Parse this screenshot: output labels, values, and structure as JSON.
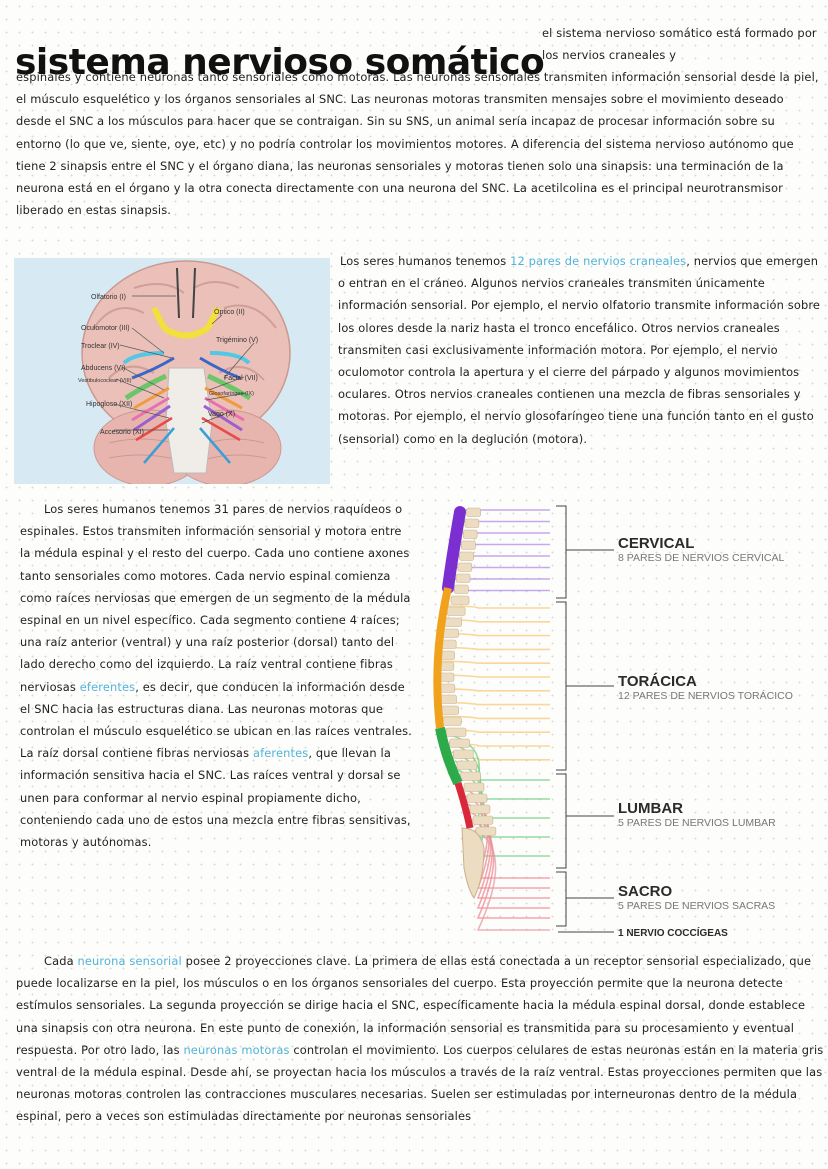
{
  "title": "sistema nervioso somático",
  "intro": {
    "right": "el sistema nervioso somático está formado por los nervios craneales y",
    "rest_before": "espinales y contiene neuronas tanto sensoriales como motoras. Las neuronas sensoriales transmiten información sensorial desde la piel, el músculo esquelético y los órganos sensoriales al SNC. Las neuronas motoras transmiten mensajes sobre el movimiento deseado desde el SNC a los músculos para hacer que se contraigan. Sin su SNS, un animal sería incapaz de procesar información sobre su entorno (lo que ve, siente, oye, etc) y no podría controlar los movimientos motores. A diferencia del sistema nervioso autónomo que tiene 2 sinapsis entre el SNC y el órgano diana, las neuronas sensoriales y motoras tienen solo una sinapsis: una terminación de la neurona está en el órgano y la otra conecta directamente con una neurona del SNC. La acetilcolina es el principal neurotransmisor liberado en estas sinapsis."
  },
  "cranial": {
    "before": "Los seres humanos tenemos ",
    "highlight": "12 pares de nervios craneales",
    "after": ", nervios que emergen o entran en el cráneo. Algunos nervios craneales transmiten únicamente información sensorial. Por ejemplo, el nervio olfatorio transmite información sobre los olores desde la nariz hasta el tronco encefálico. Otros nervios craneales transmiten casi exclusivamente información motora. Por ejemplo, el nervio oculomotor controla la apertura y el cierre del párpado y algunos movimientos oculares. Otros nervios craneales contienen una mezcla de fibras sensoriales y motoras. Por ejemplo, el nervio glosofaríngeo tiene una función tanto en el gusto (sensorial) como en la deglución (motora)."
  },
  "brain_labels": {
    "olfatorio": "Olfatorio (I)",
    "optico": "Óptico (II)",
    "oculomotor": "Oculomotor (III)",
    "troclear": "Troclear (IV)",
    "trigemino": "Trigémino (V)",
    "abducens": "Abducens (VI)",
    "facial": "Facial (VII)",
    "vestibulococlear": "Vestibulococlear (VIII)",
    "glosofaringeo": "Glosofaríngeo (IX)",
    "vago": "Vago (X)",
    "accesorio": "Accesorio (XI)",
    "hipogloso": "Hipogloso (XII)"
  },
  "spinal": {
    "p1": "Los seres humanos tenemos 31 pares de nervios raquídeos o espinales. Estos transmiten información sensorial y motora entre la médula espinal y el resto del cuerpo. Cada uno contiene axones tanto sensoriales como motores. Cada nervio espinal comienza como raíces nerviosas que emergen de un segmento de la médula espinal en un nivel específico. Cada segmento contiene 4 raíces; una raíz anterior (ventral) y una raíz posterior (dorsal) tanto del lado derecho como del izquierdo. La raíz ventral contiene fibras nerviosas ",
    "efferent": "eferentes",
    "p2": ", es decir, que conducen la información desde el SNC hacia las estructuras diana. Las neuronas motoras que controlan el músculo esquelético se ubican en las raíces ventrales. La raíz dorsal contiene fibras nerviosas ",
    "afferent": "aferentes",
    "p3": ", que llevan la información sensitiva hacia el SNC. Las raíces ventral y dorsal se unen para conformar al nervio espinal propiamente dicho, conteniendo cada uno de estos una mezcla entre fibras sensitivas, motoras y autónomas."
  },
  "spine_labels": {
    "cervical_title": "CERVICAL",
    "cervical_sub": "8 PARES DE NERVIOS CERVICAL",
    "toracica_title": "TORÁCICA",
    "toracica_sub": "12 PARES DE NERVIOS TORÁCICO",
    "lumbar_title": "LUMBAR",
    "lumbar_sub": "5 PARES DE NERVIOS LUMBAR",
    "sacro_title": "SACRO",
    "sacro_sub": "5 PARES DE NERVIOS SACRAS",
    "coccigeo": "1 NERVIO COCCÍGEAS"
  },
  "colors": {
    "highlight": "#4fb3d9",
    "cervical": "#7b2fd0",
    "toracica": "#f0a21c",
    "lumbar": "#2daa4a",
    "sacro": "#d9283a"
  },
  "sensory": {
    "lead": "Cada ",
    "hl1": "neurona sensorial",
    "mid": " posee 2 proyecciones clave. La primera de ellas está conectada a un receptor sensorial especializado, que puede localizarse en la piel, los músculos o en los órganos sensoriales del cuerpo. Esta proyección permite que la neurona detecte estímulos sensoriales. La segunda proyección se dirige hacia el SNC, específicamente hacia la médula espinal dorsal, donde establece una sinapsis con otra neurona. En este punto de conexión, la información sensorial es transmitida para su procesamiento y eventual respuesta. Por otro lado, las ",
    "hl2": "neuronas motoras",
    "end": " controlan el movimiento. Los cuerpos celulares de estas neuronas están en la materia gris ventral de la médula espinal. Desde ahí, se proyectan hacia los músculos a través de la raíz ventral. Estas proyecciones permiten que las neuronas motoras controlen las contracciones musculares necesarias. Suelen ser estimuladas por interneuronas dentro de la médula espinal, pero a veces son estimuladas directamente por neuronas sensoriales"
  }
}
